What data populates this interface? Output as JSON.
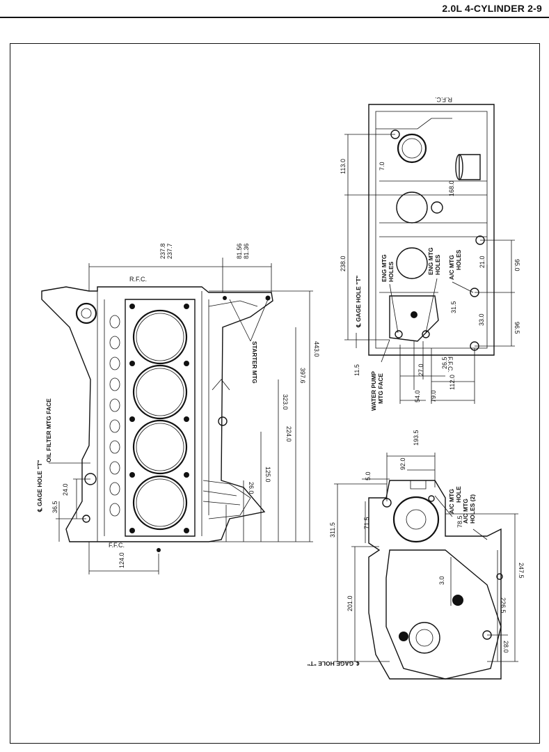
{
  "header": {
    "title": "2.0L 4-CYLINDER  2-9"
  },
  "bottom_view": {
    "top_dims": [
      "237.8",
      "237.7",
      "81.56",
      "81.36"
    ],
    "refs": [
      "R.F.C.",
      "F.F.C."
    ],
    "right_dims": [
      "443.0",
      "397.6",
      "323.0",
      "224.0",
      "125.0",
      "26.0"
    ],
    "left_dims": [
      "24.0",
      "36.5"
    ],
    "bottom_dim": "124.0",
    "labels": {
      "starter": "STARTER MTG",
      "oil_filter": "OIL FILTER MTG FACE",
      "gage_hole": "℄ GAGE HOLE \"T\""
    }
  },
  "top_right_view": {
    "refs": [
      "R.F.C.",
      "F.F.C."
    ],
    "dims": [
      "113.0",
      "7.0",
      "168.0",
      "238.0",
      "95.0",
      "21.0",
      "31.5",
      "33.0",
      "96.5",
      "11.5",
      "27.0",
      "26.5",
      "54.0",
      "79.0",
      "112.0"
    ],
    "labels": {
      "eng_mtg_1": "ENG MTG",
      "eng_mtg_1b": "HOLES",
      "eng_mtg_2": "ENG MTG",
      "eng_mtg_2b": "HOLES",
      "ac_mtg": "A/C MTG",
      "ac_mtg_b": "HOLES",
      "gage_hole": "℄ GAGE HOLE \"T\"",
      "water_pump": "WATER PUMP",
      "water_pump_b": "MTG FACE"
    }
  },
  "bottom_right_view": {
    "dims": [
      "193.5",
      "92.0",
      "5.0",
      "311.5",
      "71.5",
      "78.5",
      "3.0",
      "247.5",
      "201.0",
      "226.5",
      "28.0"
    ],
    "labels": {
      "ac_mtg_hole": "A/C MTG",
      "ac_mtg_hole_b": "HOLE",
      "ac_mtg_holes": "A/C MTG",
      "ac_mtg_holes_b": "HOLES (2)",
      "gage_hole": "℄ GAGE HOLE \"T\""
    }
  }
}
